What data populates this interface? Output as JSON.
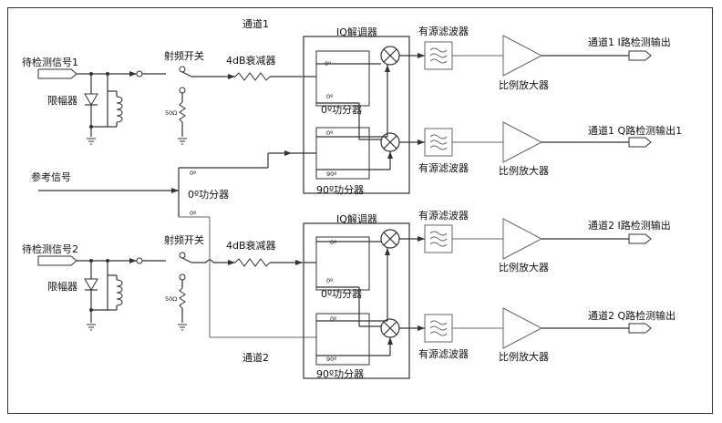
{
  "labels": {
    "ch1": "通道1",
    "ch2": "通道2",
    "sig_in_1": "待检测信号1",
    "sig_in_2": "待检测信号2",
    "limiter": "限幅器",
    "rf_switch": "射频开关",
    "atten": "4dB衰减器",
    "iq_demod": "IQ解调器",
    "active_filter": "有源滤波器",
    "prop_amp": "比例放大器",
    "splitter_0": "0º功分器",
    "splitter_90": "90º功分器",
    "ref_signal": "参考信号",
    "deg0": "0º",
    "deg90": "90º",
    "ohm50": "50Ω",
    "out_1i": "通道1 I路检测输出",
    "out_1q": "通道1 Q路检测输出1",
    "out_2i": "通道2 I路检测输出",
    "out_2q": "通道2 Q路检测输出"
  },
  "colors": {
    "line": "#333333",
    "thin_line": "#666666",
    "background": "#ffffff"
  }
}
